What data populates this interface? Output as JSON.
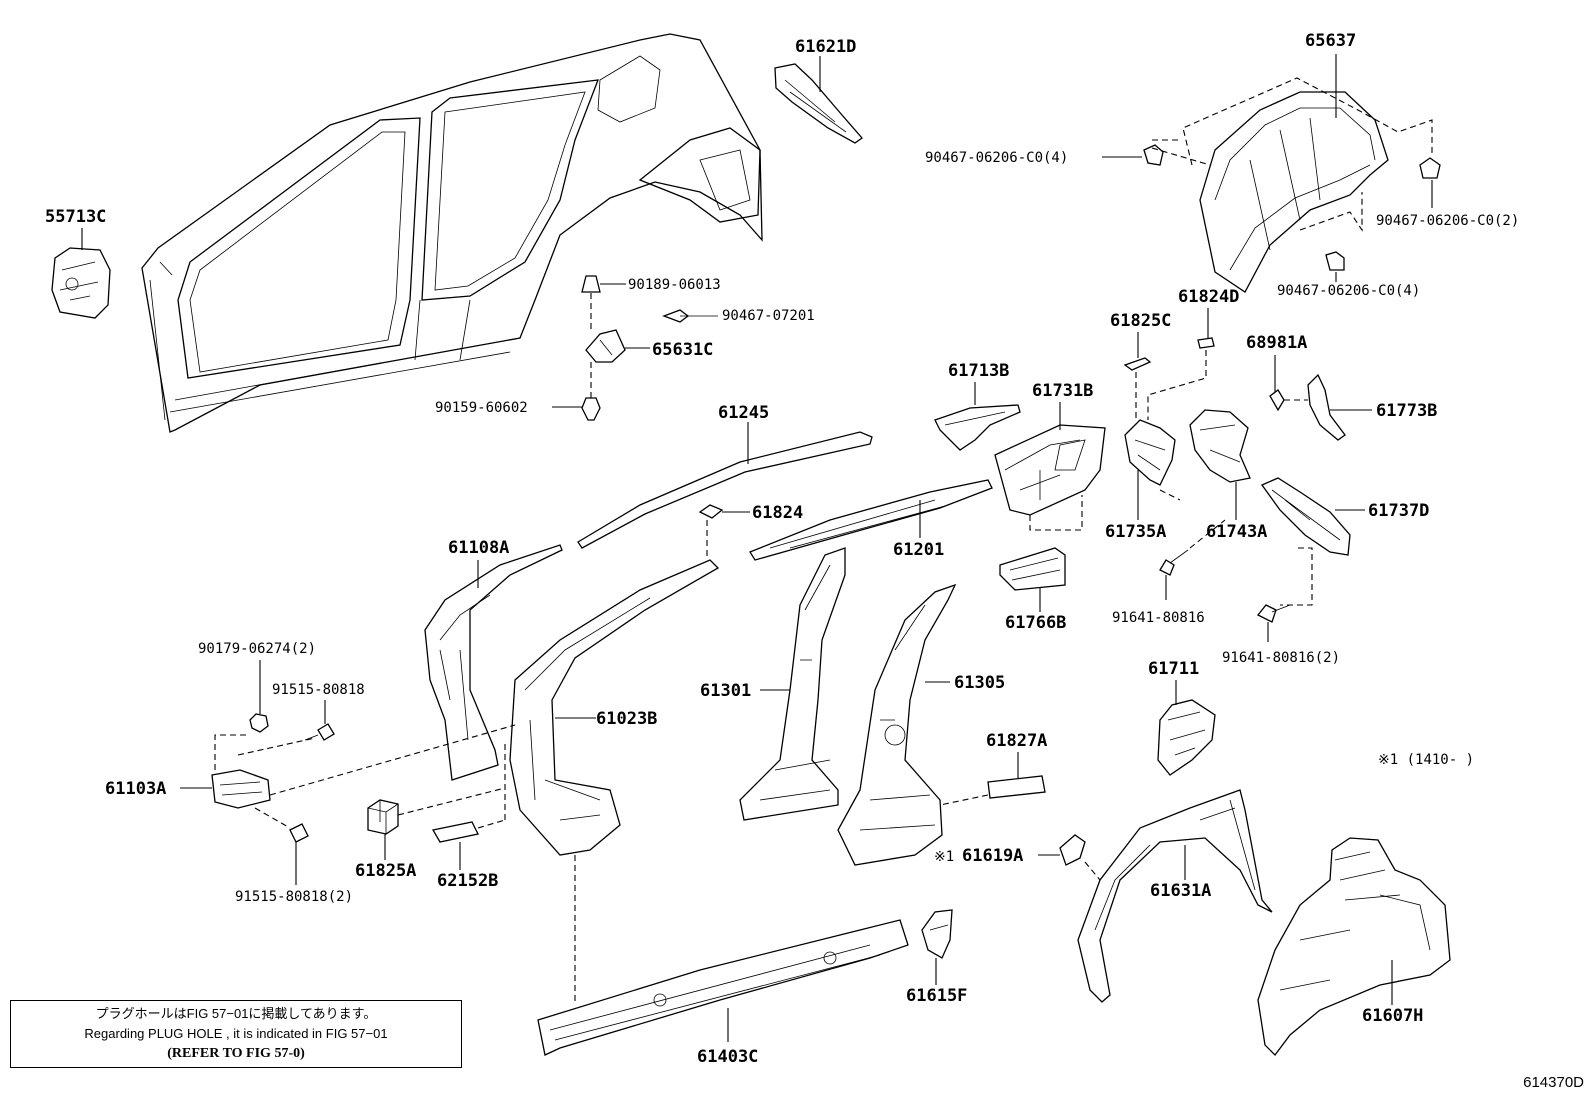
{
  "labels": {
    "p61621D": "61621D",
    "p65637": "65637",
    "p90467_06206_C0_4a": "90467-06206-C0(4)",
    "p90467_06206_C0_2": "90467-06206-C0(2)",
    "p90467_06206_C0_4b": "90467-06206-C0(4)",
    "p55713C": "55713C",
    "p90189_06013": "90189-06013",
    "p90467_07201": "90467-07201",
    "p65631C": "65631C",
    "p90159_60602": "90159-60602",
    "p61824D": "61824D",
    "p61825C": "61825C",
    "p68981A": "68981A",
    "p61713B": "61713B",
    "p61731B": "61731B",
    "p61773B": "61773B",
    "p61245": "61245",
    "p61824": "61824",
    "p61737D": "61737D",
    "p61735A": "61735A",
    "p61743A": "61743A",
    "p61201": "61201",
    "p61108A": "61108A",
    "p61766B": "61766B",
    "p91641_80816": "91641-80816",
    "p91641_80816_2": "91641-80816(2)",
    "p90179_06274_2": "90179-06274(2)",
    "p91515_80818": "91515-80818",
    "p61711": "61711",
    "p61305": "61305",
    "p61301": "61301",
    "p61023B": "61023B",
    "p61103A": "61103A",
    "p61827A": "61827A",
    "p61825A": "61825A",
    "p62152B": "62152B",
    "p61619A": "61619A",
    "p61631A": "61631A",
    "p91515_80818_2": "91515-80818(2)",
    "p61615F": "61615F",
    "p61607H": "61607H",
    "p61403C": "61403C",
    "mark1": "※1",
    "note1410": "※1 (1410-        )"
  },
  "note": {
    "line1": "プラグホールはFIG 57−01に掲載してあります。",
    "line2": "Regarding PLUG HOLE , it is indicated in FIG 57−01",
    "line3": "(REFER TO FIG 57-0)"
  },
  "figure_number": "614370D"
}
